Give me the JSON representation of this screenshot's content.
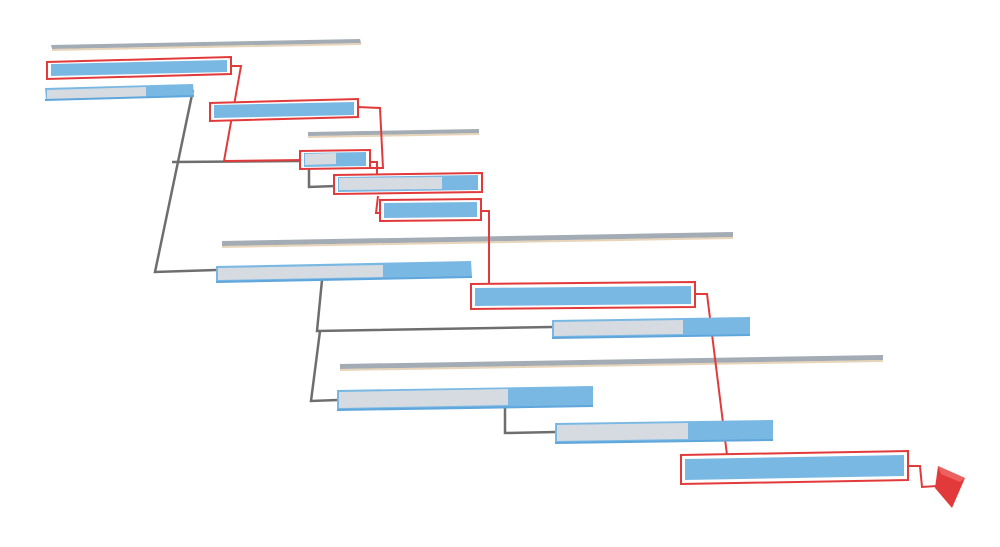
{
  "diagram": {
    "kind": "perspective-gantt",
    "labels_visible": false,
    "summary_bar_count": 4,
    "task_bar_count": 12,
    "milestone_count": 1,
    "critical_path_task_count": 7,
    "colors": {
      "summary": "#9aa3ad",
      "task": "#7ab8e4",
      "task_edge": "#5ea6dc",
      "progress": "#d6dbe1",
      "critical": "#e23a3a",
      "connector": "#6b6b6b",
      "milestone": "#e23a3a"
    },
    "tasks": [
      {
        "id": "t1",
        "critical": true,
        "progress": 0.0
      },
      {
        "id": "t2",
        "critical": false,
        "progress": 0.7
      },
      {
        "id": "t3",
        "critical": true,
        "progress": 0.0
      },
      {
        "id": "t4",
        "critical": true,
        "progress": 0.5
      },
      {
        "id": "t5",
        "critical": true,
        "progress": 0.75
      },
      {
        "id": "t6",
        "critical": true,
        "progress": 0.0
      },
      {
        "id": "t7",
        "critical": false,
        "progress": 0.65
      },
      {
        "id": "t8",
        "critical": true,
        "progress": 0.0
      },
      {
        "id": "t9",
        "critical": false,
        "progress": 0.65
      },
      {
        "id": "t10",
        "critical": false,
        "progress": 0.65
      },
      {
        "id": "t11",
        "critical": false,
        "progress": 0.6
      },
      {
        "id": "t12",
        "critical": true,
        "progress": 0.0
      }
    ]
  }
}
